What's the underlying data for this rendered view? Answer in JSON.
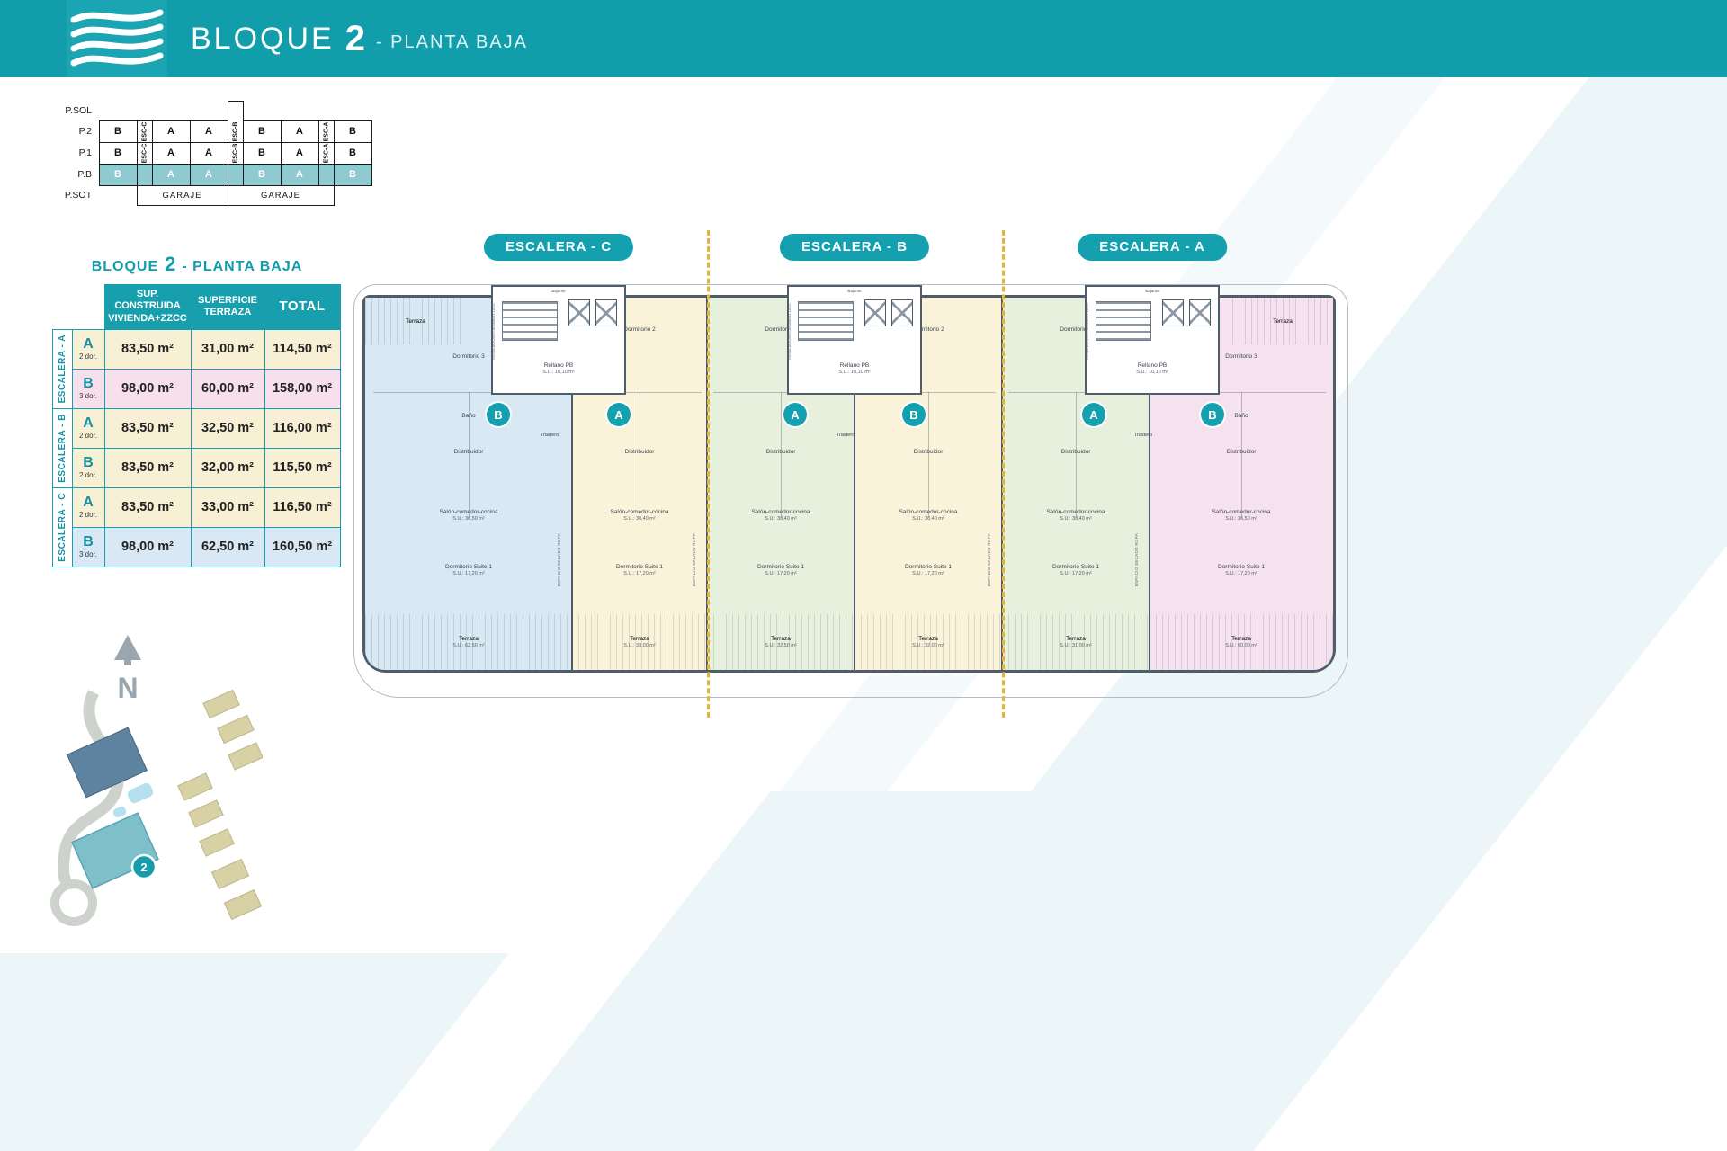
{
  "header": {
    "title_word": "BLOQUE",
    "title_number": "2",
    "title_sub": "- PLANTA BAJA"
  },
  "stack": {
    "floors": [
      "P.SOL",
      "P.2",
      "P.1",
      "P.B",
      "P.SOT"
    ],
    "esc": [
      "ESC-C",
      "ESC-B",
      "ESC-A"
    ],
    "p2": [
      "B",
      "A",
      "A",
      "B",
      "A",
      "B"
    ],
    "p1": [
      "B",
      "A",
      "A",
      "B",
      "A",
      "B"
    ],
    "pb": [
      "B",
      "A",
      "A",
      "B",
      "A",
      "B"
    ],
    "garaje1": "GARAJE",
    "garaje2": "GARAJE"
  },
  "table": {
    "title_word": "BLOQUE",
    "title_number": "2",
    "title_sub": "- PLANTA BAJA",
    "header": {
      "c1a": "SUP. CONSTRUIDA",
      "c1b": "VIVIENDA+ZZCC",
      "c2a": "SUPERFICIE",
      "c2b": "TERRAZA",
      "c3": "TOTAL"
    },
    "groups": [
      {
        "label": "ESCALERA - A",
        "rows": [
          {
            "unit": "A",
            "dorm": "2 dor.",
            "built": "83,50 m²",
            "terrace": "31,00 m²",
            "total": "114,50 m²"
          },
          {
            "unit": "B",
            "dorm": "3 dor.",
            "built": "98,00 m²",
            "terrace": "60,00 m²",
            "total": "158,00 m²"
          }
        ]
      },
      {
        "label": "ESCALERA - B",
        "rows": [
          {
            "unit": "A",
            "dorm": "2 dor.",
            "built": "83,50 m²",
            "terrace": "32,50 m²",
            "total": "116,00 m²"
          },
          {
            "unit": "B",
            "dorm": "2 dor.",
            "built": "83,50 m²",
            "terrace": "32,00 m²",
            "total": "115,50 m²"
          }
        ]
      },
      {
        "label": "ESCALERA - C",
        "rows": [
          {
            "unit": "A",
            "dorm": "2 dor.",
            "built": "83,50 m²",
            "terrace": "33,00 m²",
            "total": "116,50 m²"
          },
          {
            "unit": "B",
            "dorm": "3 dor.",
            "built": "98,00 m²",
            "terrace": "62,50 m²",
            "total": "160,50 m²"
          }
        ]
      }
    ]
  },
  "compass": {
    "label": "N"
  },
  "site": {
    "marker": "2"
  },
  "plan": {
    "badges": [
      "ESCALERA - C",
      "ESCALERA - B",
      "ESCALERA - A"
    ],
    "labels": {
      "rellano": "Rellano PB",
      "rellano_su": "S.U.: 10,10 m²",
      "bajante": "Bajante",
      "secado": "ESPACIO SECADO ROPA",
      "instalaciones": "INSTALACIONES ARMARIO ZZCC",
      "living": "Salón-comedor-cocina",
      "suite": "Dormitorio Suite 1",
      "suite_su": "S.U.: 17,20 m²",
      "dorm2": "Dormitorio 2",
      "dorm3": "Dormitorio 3",
      "banyo": "Baño",
      "distribuidor": "Distribuidor",
      "trastero": "Trastero",
      "terraza": "Terraza"
    },
    "apartments": [
      {
        "marker": "B",
        "living_su": "S.U.: 36,50 m²",
        "terraza_su": "S.U.: 62,50 m²"
      },
      {
        "marker": "A",
        "living_su": "S.U.: 30,40 m²",
        "terraza_su": "S.U.: 33,00 m²"
      },
      {
        "marker": "A",
        "living_su": "S.U.: 30,40 m²",
        "terraza_su": "S.U.: 32,50 m²"
      },
      {
        "marker": "B",
        "living_su": "S.U.: 30,40 m²",
        "terraza_su": "S.U.: 32,00 m²"
      },
      {
        "marker": "A",
        "living_su": "S.U.: 30,40 m²",
        "terraza_su": "S.U.: 31,00 m²"
      },
      {
        "marker": "B",
        "living_su": "S.U.: 36,50 m²",
        "terraza_su": "S.U.: 60,00 m²"
      }
    ]
  },
  "colors": {
    "teal": "#129DAB",
    "unit_cream": "#F8F0D4",
    "unit_pink": "#F7E0EB",
    "unit_blue": "#D8E8F4",
    "unit_green": "#E7F0DD",
    "dashed_line": "#E3B33C",
    "wall": "#4E5C6B"
  }
}
